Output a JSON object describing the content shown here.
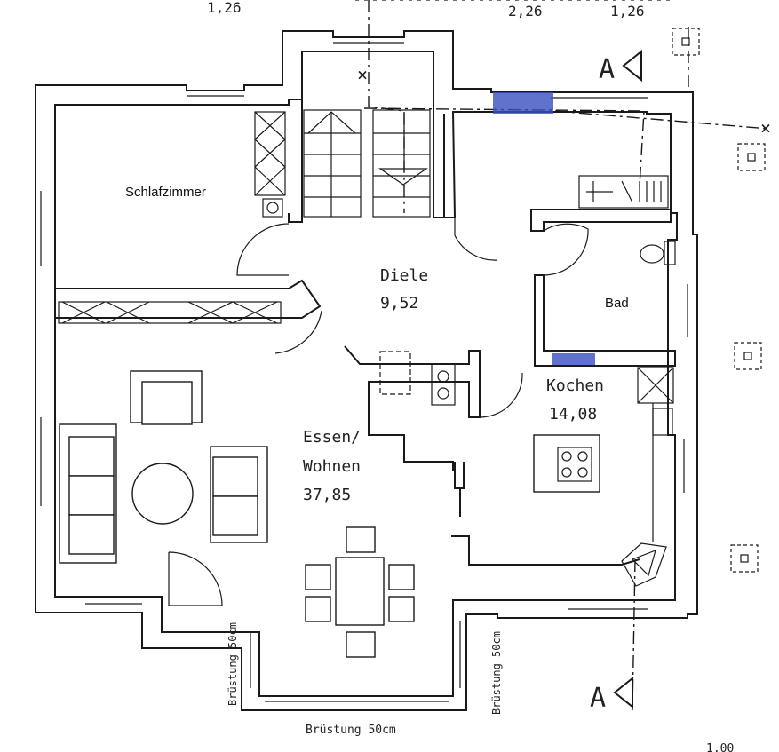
{
  "title": "",
  "dimensions_top": [
    "1,26",
    "2,26",
    "1,26"
  ],
  "dimension_bottom_right": "1,00",
  "section_marks": [
    "A",
    "A"
  ],
  "rooms": [
    {
      "name": "Schlafzimmer",
      "area": ""
    },
    {
      "name": "Diele",
      "area": "9,52"
    },
    {
      "name": "Bad",
      "area": ""
    },
    {
      "name": "Kochen",
      "area": "14,08"
    },
    {
      "name": "Essen/",
      "name2": "Wohnen",
      "area": "37,85"
    }
  ],
  "annotations": {
    "bruestung_bottom": "Brüstung 50cm",
    "bruestung_left_a": "Brüstung 50cm",
    "bruestung_right": "Brüstung 50cm"
  },
  "colors": {
    "wall": "#1a1a1a",
    "window_highlight": "#3a4fc0"
  }
}
